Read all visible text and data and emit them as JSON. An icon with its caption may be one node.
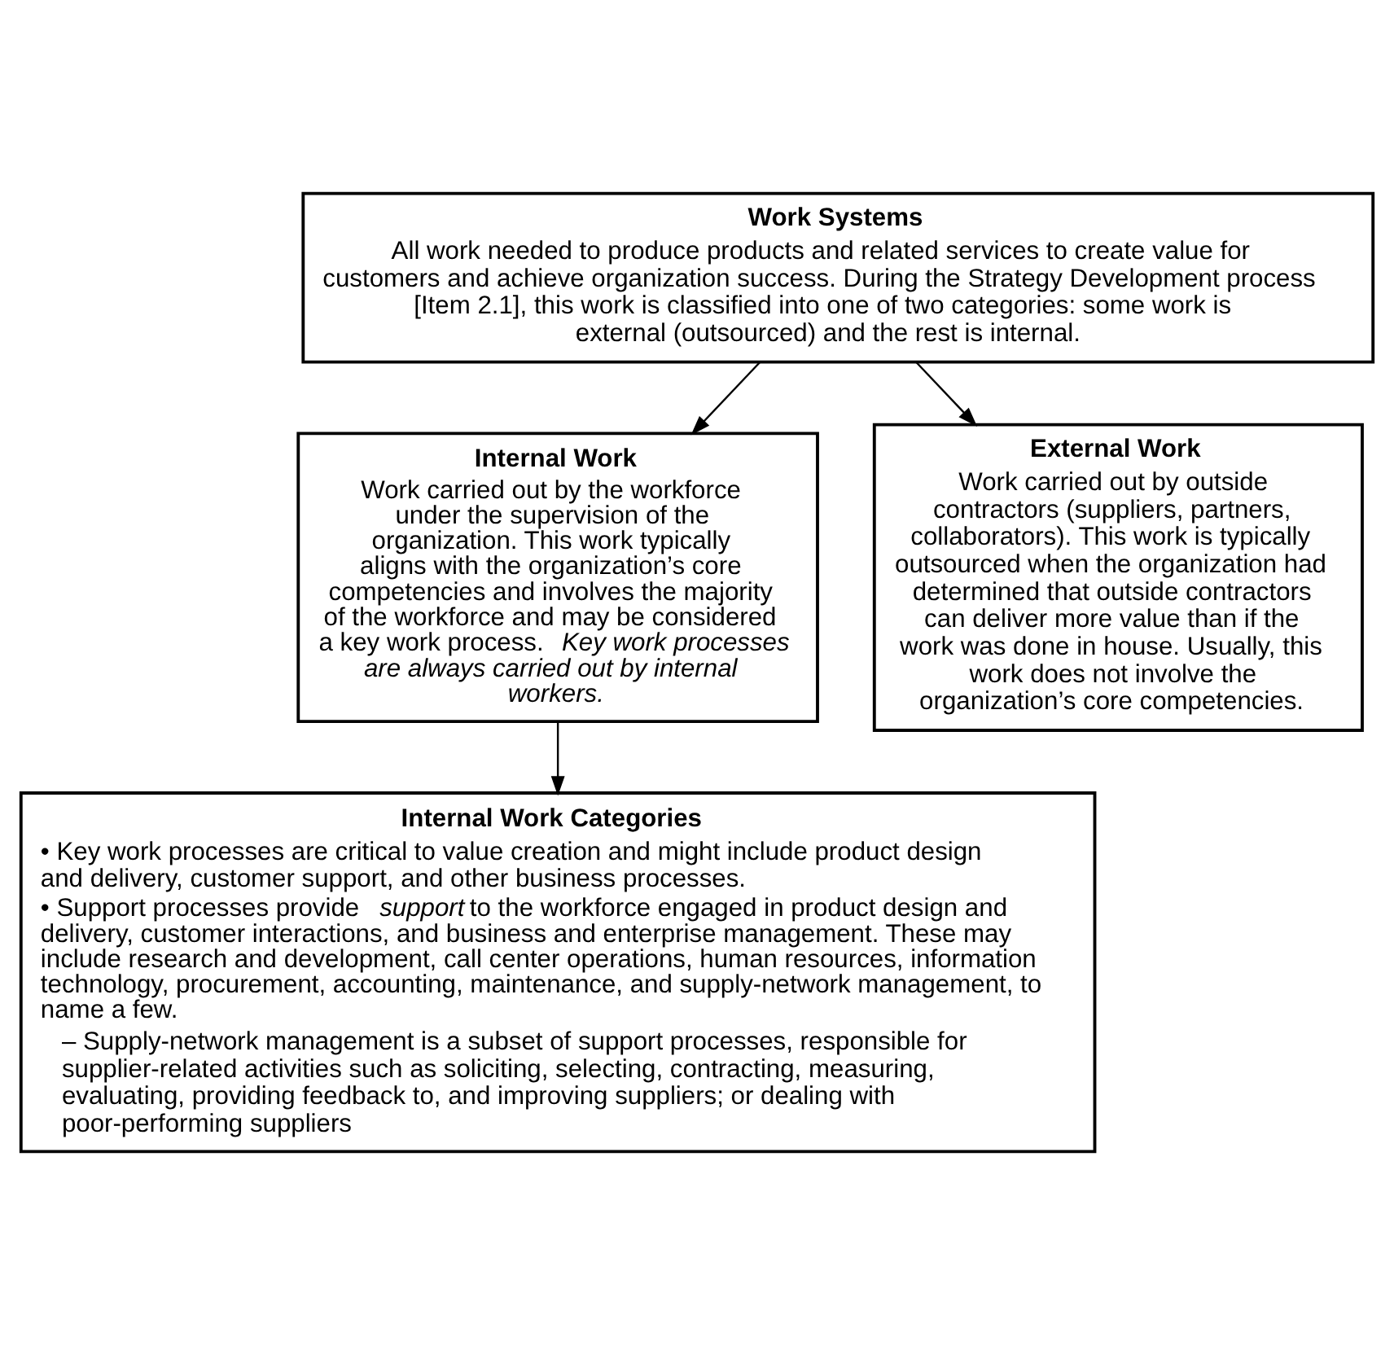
{
  "diagram": {
    "nodes": [
      {
        "text": [
          "Work Systems",
          "All work needed to produce products and related services to create value for customers and achieve organization success. During the Strategy Development process [Item 2.1], this work is classified into one of two categories: some work is external (outsourced) and the rest is internal."
        ]
      },
      {
        "text": [
          "Internal Work",
          "Work carried out by the workforce under the supervision of the organization. This work typically aligns with the organization’s core competencies and involves the majority of the workforce and may be considered a key work process. *Key work processes are always carried out by internal workers.*"
        ]
      },
      {
        "text": [
          "External Work",
          "Work carried out by outside contractors (suppliers, partners, collaborators). This work is typically outsourced when the organization had determined that outside contractors can deliver more value than if the work was done in house. Usually, this work does not involve the organization’s core competencies."
        ]
      },
      {
        "text": [
          "Internal Work Categories",
          "• Key work processes are critical to value creation and might include product design and delivery, customer support, and other business processes.",
          "• Support processes provide *support* to the workforce engaged in product design and delivery, customer interactions, and business and enterprise management. These may include research and development, call center operations, human resources, information technology, procurement, accounting, maintenance, and supply-network management, to name a few.",
          "– Supply-network management is a subset of support processes, responsible for supplier-related activities such as soliciting, selecting, contracting, measuring, evaluating, providing feedback to, and improving suppliers; or dealing with poor-performing suppliers"
        ]
      }
    ],
    "edges": [
      {
        "from": 0,
        "to": 1,
        "arrow": "to"
      },
      {
        "from": 0,
        "to": 2,
        "arrow": "to"
      },
      {
        "from": 1,
        "to": 3,
        "arrow": "to"
      }
    ]
  }
}
